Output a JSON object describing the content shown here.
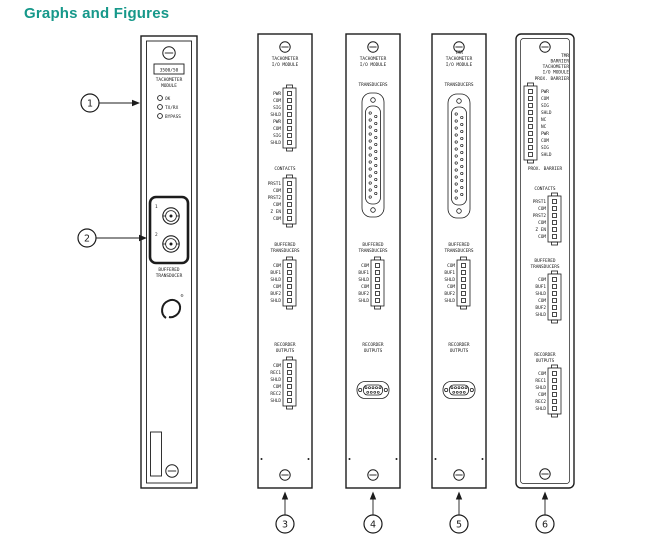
{
  "page": {
    "title": "Graphs and Figures"
  },
  "colors": {
    "accent": "#16988a",
    "line": "#1c1c1c"
  },
  "callouts": [
    "1",
    "2",
    "3",
    "4",
    "5",
    "6"
  ],
  "front_panel": {
    "model": "3500/50",
    "title_lines": [
      "TACHOMETER",
      "MODULE"
    ],
    "led_labels": [
      "OK",
      "TX/RX",
      "BYPASS"
    ],
    "connector_numbers": [
      "1",
      "2"
    ],
    "buffered_lines": [
      "BUFFERED",
      "TRANSDUCER"
    ],
    "registered_mark": "®"
  },
  "io_module_single": {
    "title_lines": [
      "TACHOMETER",
      "I/O MODULE"
    ],
    "power_labels": [
      "PWR",
      "COM",
      "SIG",
      "SHLD",
      "PWR",
      "COM",
      "SIG",
      "SHLD"
    ],
    "contacts_title": "CONTACTS",
    "contacts_labels": [
      "PRST1",
      "COM",
      "PRST2",
      "COM",
      "Z EN",
      "COM"
    ],
    "buffered_title_lines": [
      "BUFFERED",
      "TRANSDUCERS"
    ],
    "buffered_labels": [
      "COM",
      "BUF1",
      "SHLD",
      "COM",
      "BUF2",
      "SHLD"
    ],
    "recorder_title_lines": [
      "RECORDER",
      "OUTPUTS"
    ],
    "recorder_labels": [
      "COM",
      "REC1",
      "SHLD",
      "COM",
      "REC2",
      "SHLD"
    ]
  },
  "io_module_internal": {
    "title_lines": [
      "TACHOMETER",
      "I/O MODULE"
    ],
    "transducers_title": "TRANSDUCERS",
    "buffered_title_lines": [
      "BUFFERED",
      "TRANSDUCERS"
    ],
    "buffered_labels": [
      "COM",
      "BUF1",
      "SHLD",
      "COM",
      "BUF2",
      "SHLD"
    ],
    "recorder_title_lines": [
      "RECORDER",
      "OUTPUTS"
    ]
  },
  "io_module_tmr": {
    "title_lines": [
      "TMR",
      "TACHOMETER",
      "I/O MODULE"
    ],
    "transducers_title": "TRANSDUCERS",
    "buffered_title_lines": [
      "BUFFERED",
      "TRANSDUCERS"
    ],
    "buffered_labels": [
      "COM",
      "BUF1",
      "SHLD",
      "COM",
      "BUF2",
      "SHLD"
    ],
    "recorder_title_lines": [
      "RECORDER",
      "OUTPUTS"
    ]
  },
  "io_module_barrier": {
    "title_lines": [
      "TMR",
      "BARRIER",
      "TACHOMETER",
      "I/O MODULE"
    ],
    "prox_barrier_top": "PROX. BARRIER",
    "power_labels": [
      "PWR",
      "COM",
      "SIG",
      "SHLD",
      "NC",
      "NC",
      "PWR",
      "COM",
      "SIG",
      "SHLD"
    ],
    "prox_barrier_bottom": "PROX. BARRIER",
    "contacts_title": "CONTACTS",
    "contacts_labels": [
      "PRST1",
      "COM",
      "PRST2",
      "COM",
      "Z EN",
      "COM"
    ],
    "buffered_title_lines": [
      "BUFFERED",
      "TRANSDUCERS"
    ],
    "buffered_labels": [
      "COM",
      "BUF1",
      "SHLD",
      "COM",
      "BUF2",
      "SHLD"
    ],
    "recorder_title_lines": [
      "RECORDER",
      "OUTPUTS"
    ],
    "recorder_labels": [
      "COM",
      "REC1",
      "SHLD",
      "COM",
      "REC2",
      "SHLD"
    ]
  }
}
